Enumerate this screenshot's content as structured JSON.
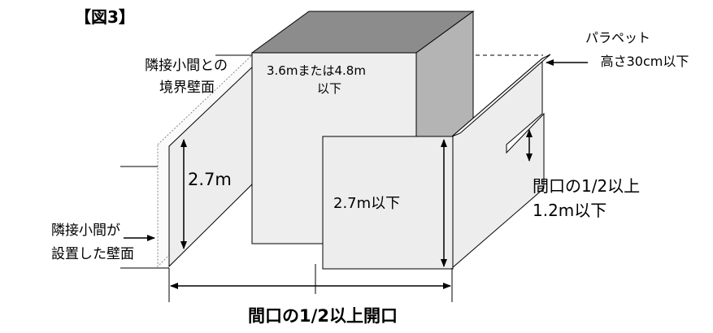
{
  "figure_label": "【図3】",
  "labels": {
    "booth_height": [
      "3.6mまたは4.8m",
      "以下"
    ],
    "boundary_wall": [
      "隣接小間との",
      "境界壁面"
    ],
    "neighbor_wall": [
      "隣接小間が",
      "設置した壁面"
    ],
    "parapet": [
      "パラペット",
      "高さ30cm以下"
    ],
    "side_wall_height": "2.7m",
    "front_wall_height": "2.7m以下",
    "opening_half": [
      "間口の1/2以上",
      "1.2m以下"
    ],
    "bottom_caption": "間口の1/2以上開口"
  },
  "colors": {
    "box_top": "#8c8c8c",
    "box_side": "#b4b4b4",
    "box_front": "#eeeeee",
    "panel": "#ededed",
    "line": "#000000"
  }
}
